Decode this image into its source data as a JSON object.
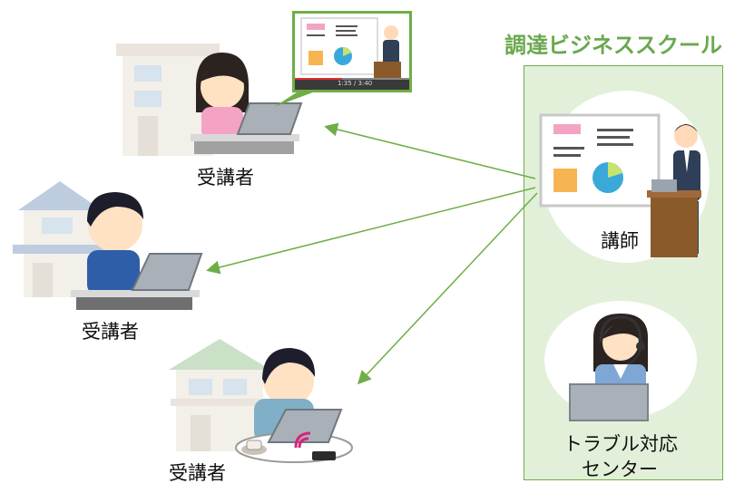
{
  "school": {
    "title": "調達ビジネススクール"
  },
  "instructor": {
    "label": "講師"
  },
  "support": {
    "label_line1": "トラブル対応",
    "label_line2": "センター"
  },
  "learners": [
    {
      "label": "受講者"
    },
    {
      "label": "受講者"
    },
    {
      "label": "受講者"
    }
  ],
  "video": {
    "time": "1:35 / 3:40"
  },
  "colors": {
    "accent_green": "#6aa84f",
    "panel_fill": "#e2f0d9",
    "arrow": "#70ad47"
  }
}
